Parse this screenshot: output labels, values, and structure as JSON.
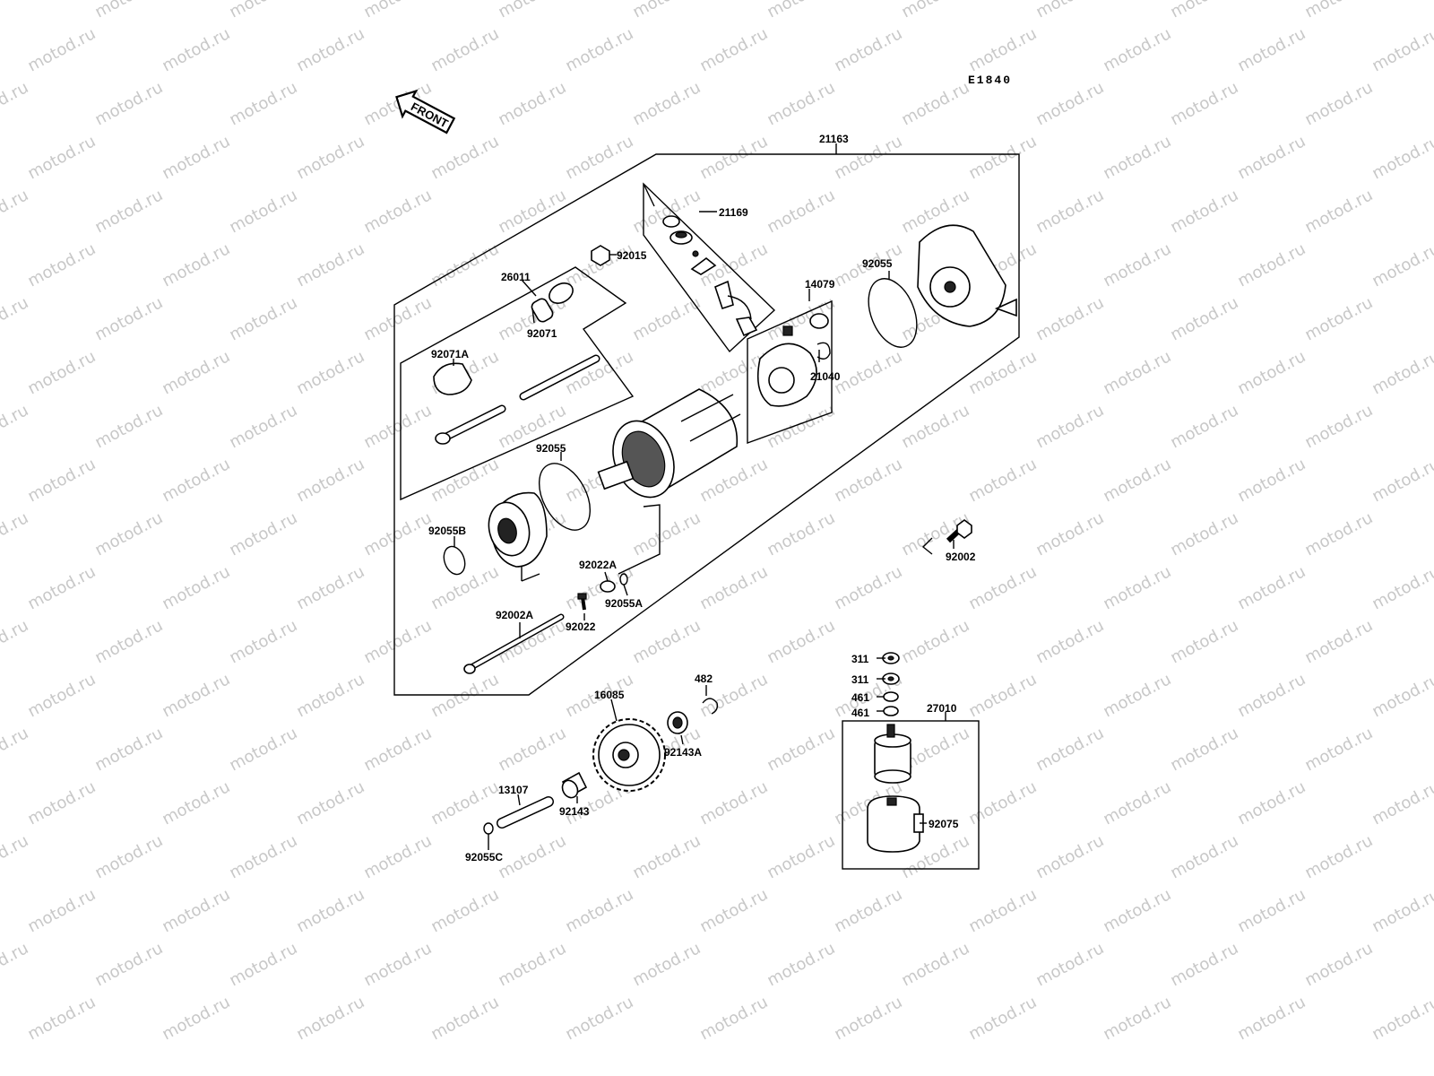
{
  "diagram_code": "E1840",
  "front_label": "FRONT",
  "watermark": "motod.ru",
  "parts": {
    "p21163": "21163",
    "p21169": "21169",
    "p92015": "92015",
    "p26011": "26011",
    "p92071": "92071",
    "p92071A": "92071A",
    "p14079": "14079",
    "p92055_top": "92055",
    "p21040": "21040",
    "p92055_mid": "92055",
    "p92055B": "92055B",
    "p92022A": "92022A",
    "p92055A": "92055A",
    "p92022": "92022",
    "p92002A": "92002A",
    "p92002": "92002",
    "p311a": "311",
    "p311b": "311",
    "p461a": "461",
    "p461b": "461",
    "p27010": "27010",
    "p92075": "92075",
    "p482": "482",
    "p16085": "16085",
    "p92143A": "92143A",
    "p13107": "13107",
    "p92143": "92143",
    "p92055C": "92055C"
  }
}
